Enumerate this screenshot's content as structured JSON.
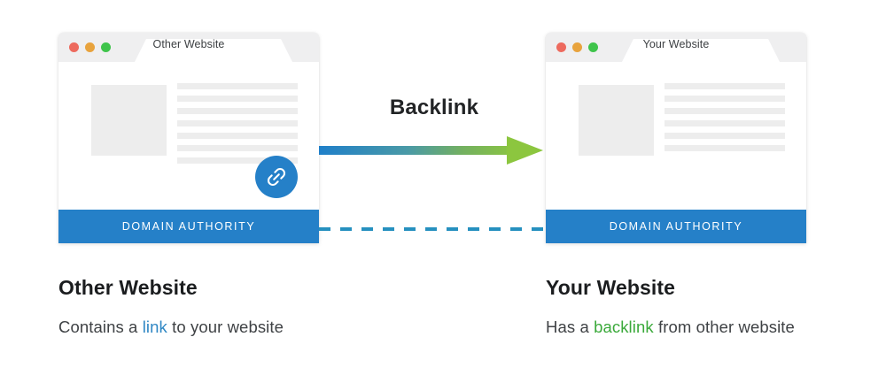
{
  "diagram": {
    "title": "Backlink",
    "connector": {
      "arrow_label": "Backlink",
      "arrow_gradient_from": "#2580c8",
      "arrow_gradient_to": "#8cc63f",
      "dashed_line_color": "#2690bf"
    }
  },
  "windows": [
    {
      "id": "other-website",
      "tab_label": "Other Website",
      "traffic_lights": [
        "red-dot",
        "amber-dot",
        "green-dot"
      ],
      "traffic_light_colors": [
        "#ed6a5e",
        "#e8a33d",
        "#3fc44b"
      ],
      "content": {
        "image_placeholder": "thumbnail-placeholder",
        "text_line_count": 7,
        "badge_icon": "link-icon",
        "badge_color": "#2580c8"
      },
      "footer_label": "DOMAIN AUTHORITY",
      "footer_color": "#2580c8"
    },
    {
      "id": "your-website",
      "tab_label": "Your Website",
      "traffic_lights": [
        "red-dot",
        "amber-dot",
        "green-dot"
      ],
      "traffic_light_colors": [
        "#ed6a5e",
        "#e8a33d",
        "#3fc44b"
      ],
      "content": {
        "image_placeholder": "thumbnail-placeholder",
        "text_line_count": 6,
        "badge_icon": null,
        "badge_color": null
      },
      "footer_label": "DOMAIN AUTHORITY",
      "footer_color": "#2580c8"
    }
  ],
  "captions": [
    {
      "heading": "Other Website",
      "text_before": "Contains a ",
      "highlight": "link",
      "highlight_color": "#2f87c4",
      "text_after": " to your website"
    },
    {
      "heading": "Your Website",
      "text_before": "Has a ",
      "highlight": "backlink",
      "highlight_color": "#3aa93a",
      "text_after": " from other website"
    }
  ]
}
